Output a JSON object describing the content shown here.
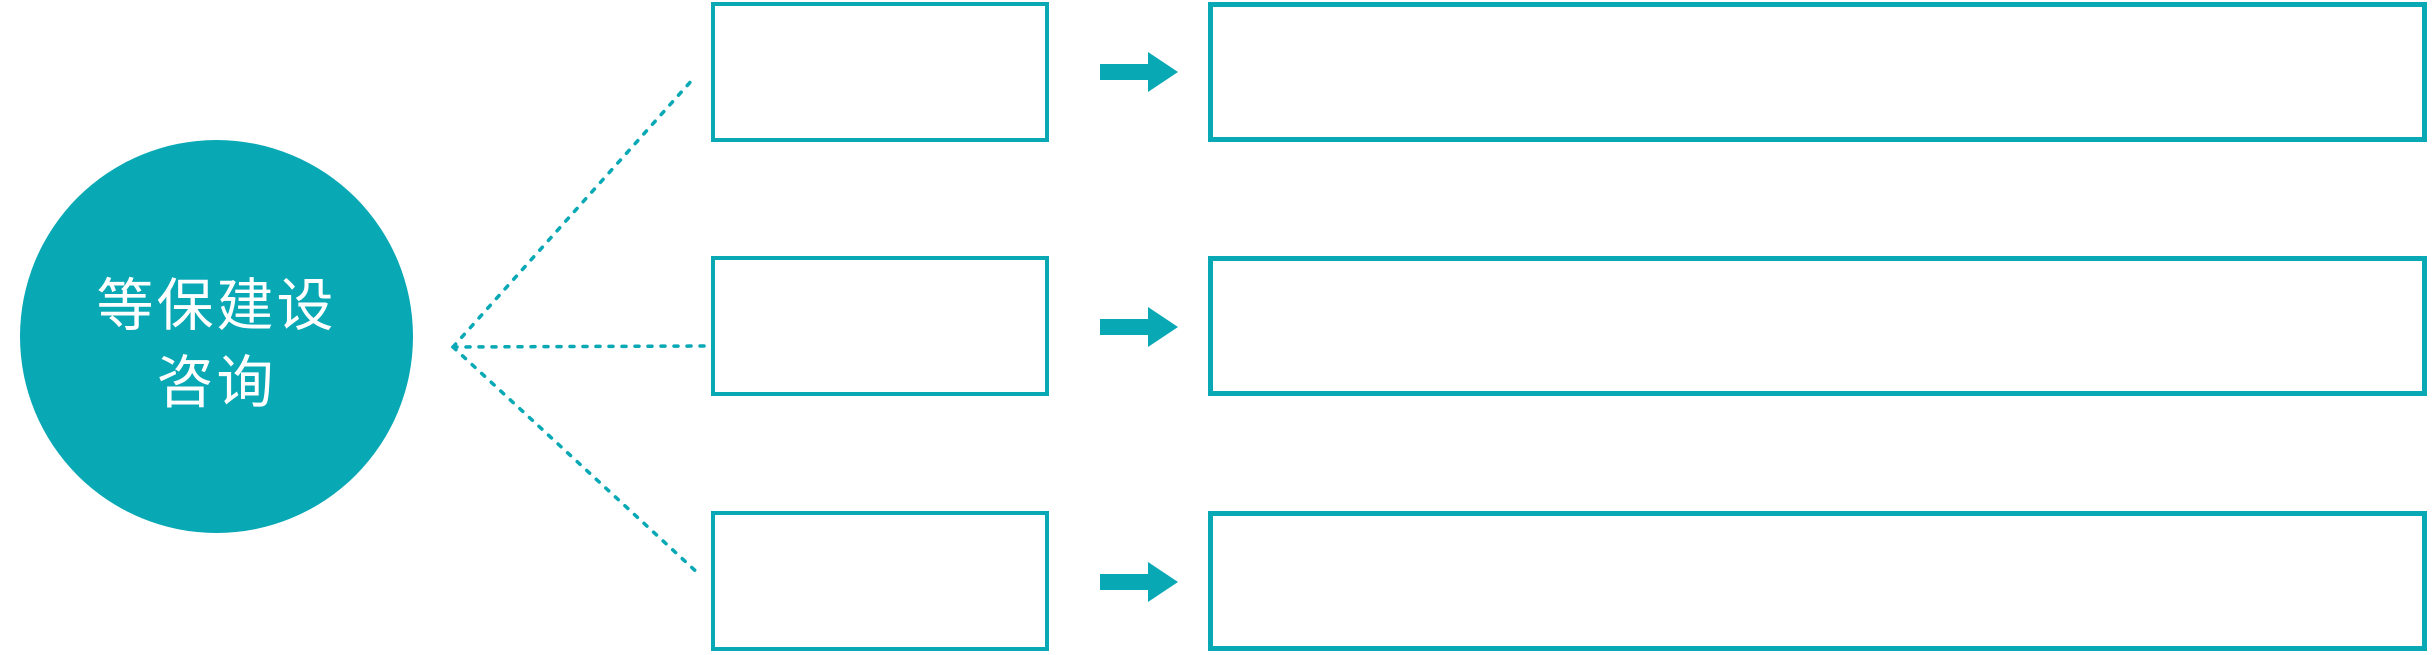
{
  "diagram": {
    "accent_color": "#08A8B5",
    "text_color_on_accent": "#FFFFFF",
    "root": {
      "label": "等保建设咨询",
      "line1": "等保建设",
      "line2": "咨询"
    },
    "rows": [
      {
        "category_label": "",
        "detail_label": ""
      },
      {
        "category_label": "",
        "detail_label": ""
      },
      {
        "category_label": "",
        "detail_label": ""
      }
    ],
    "icons": {
      "connector_style": "dotted-line",
      "arrow": "arrow-right-icon"
    }
  }
}
